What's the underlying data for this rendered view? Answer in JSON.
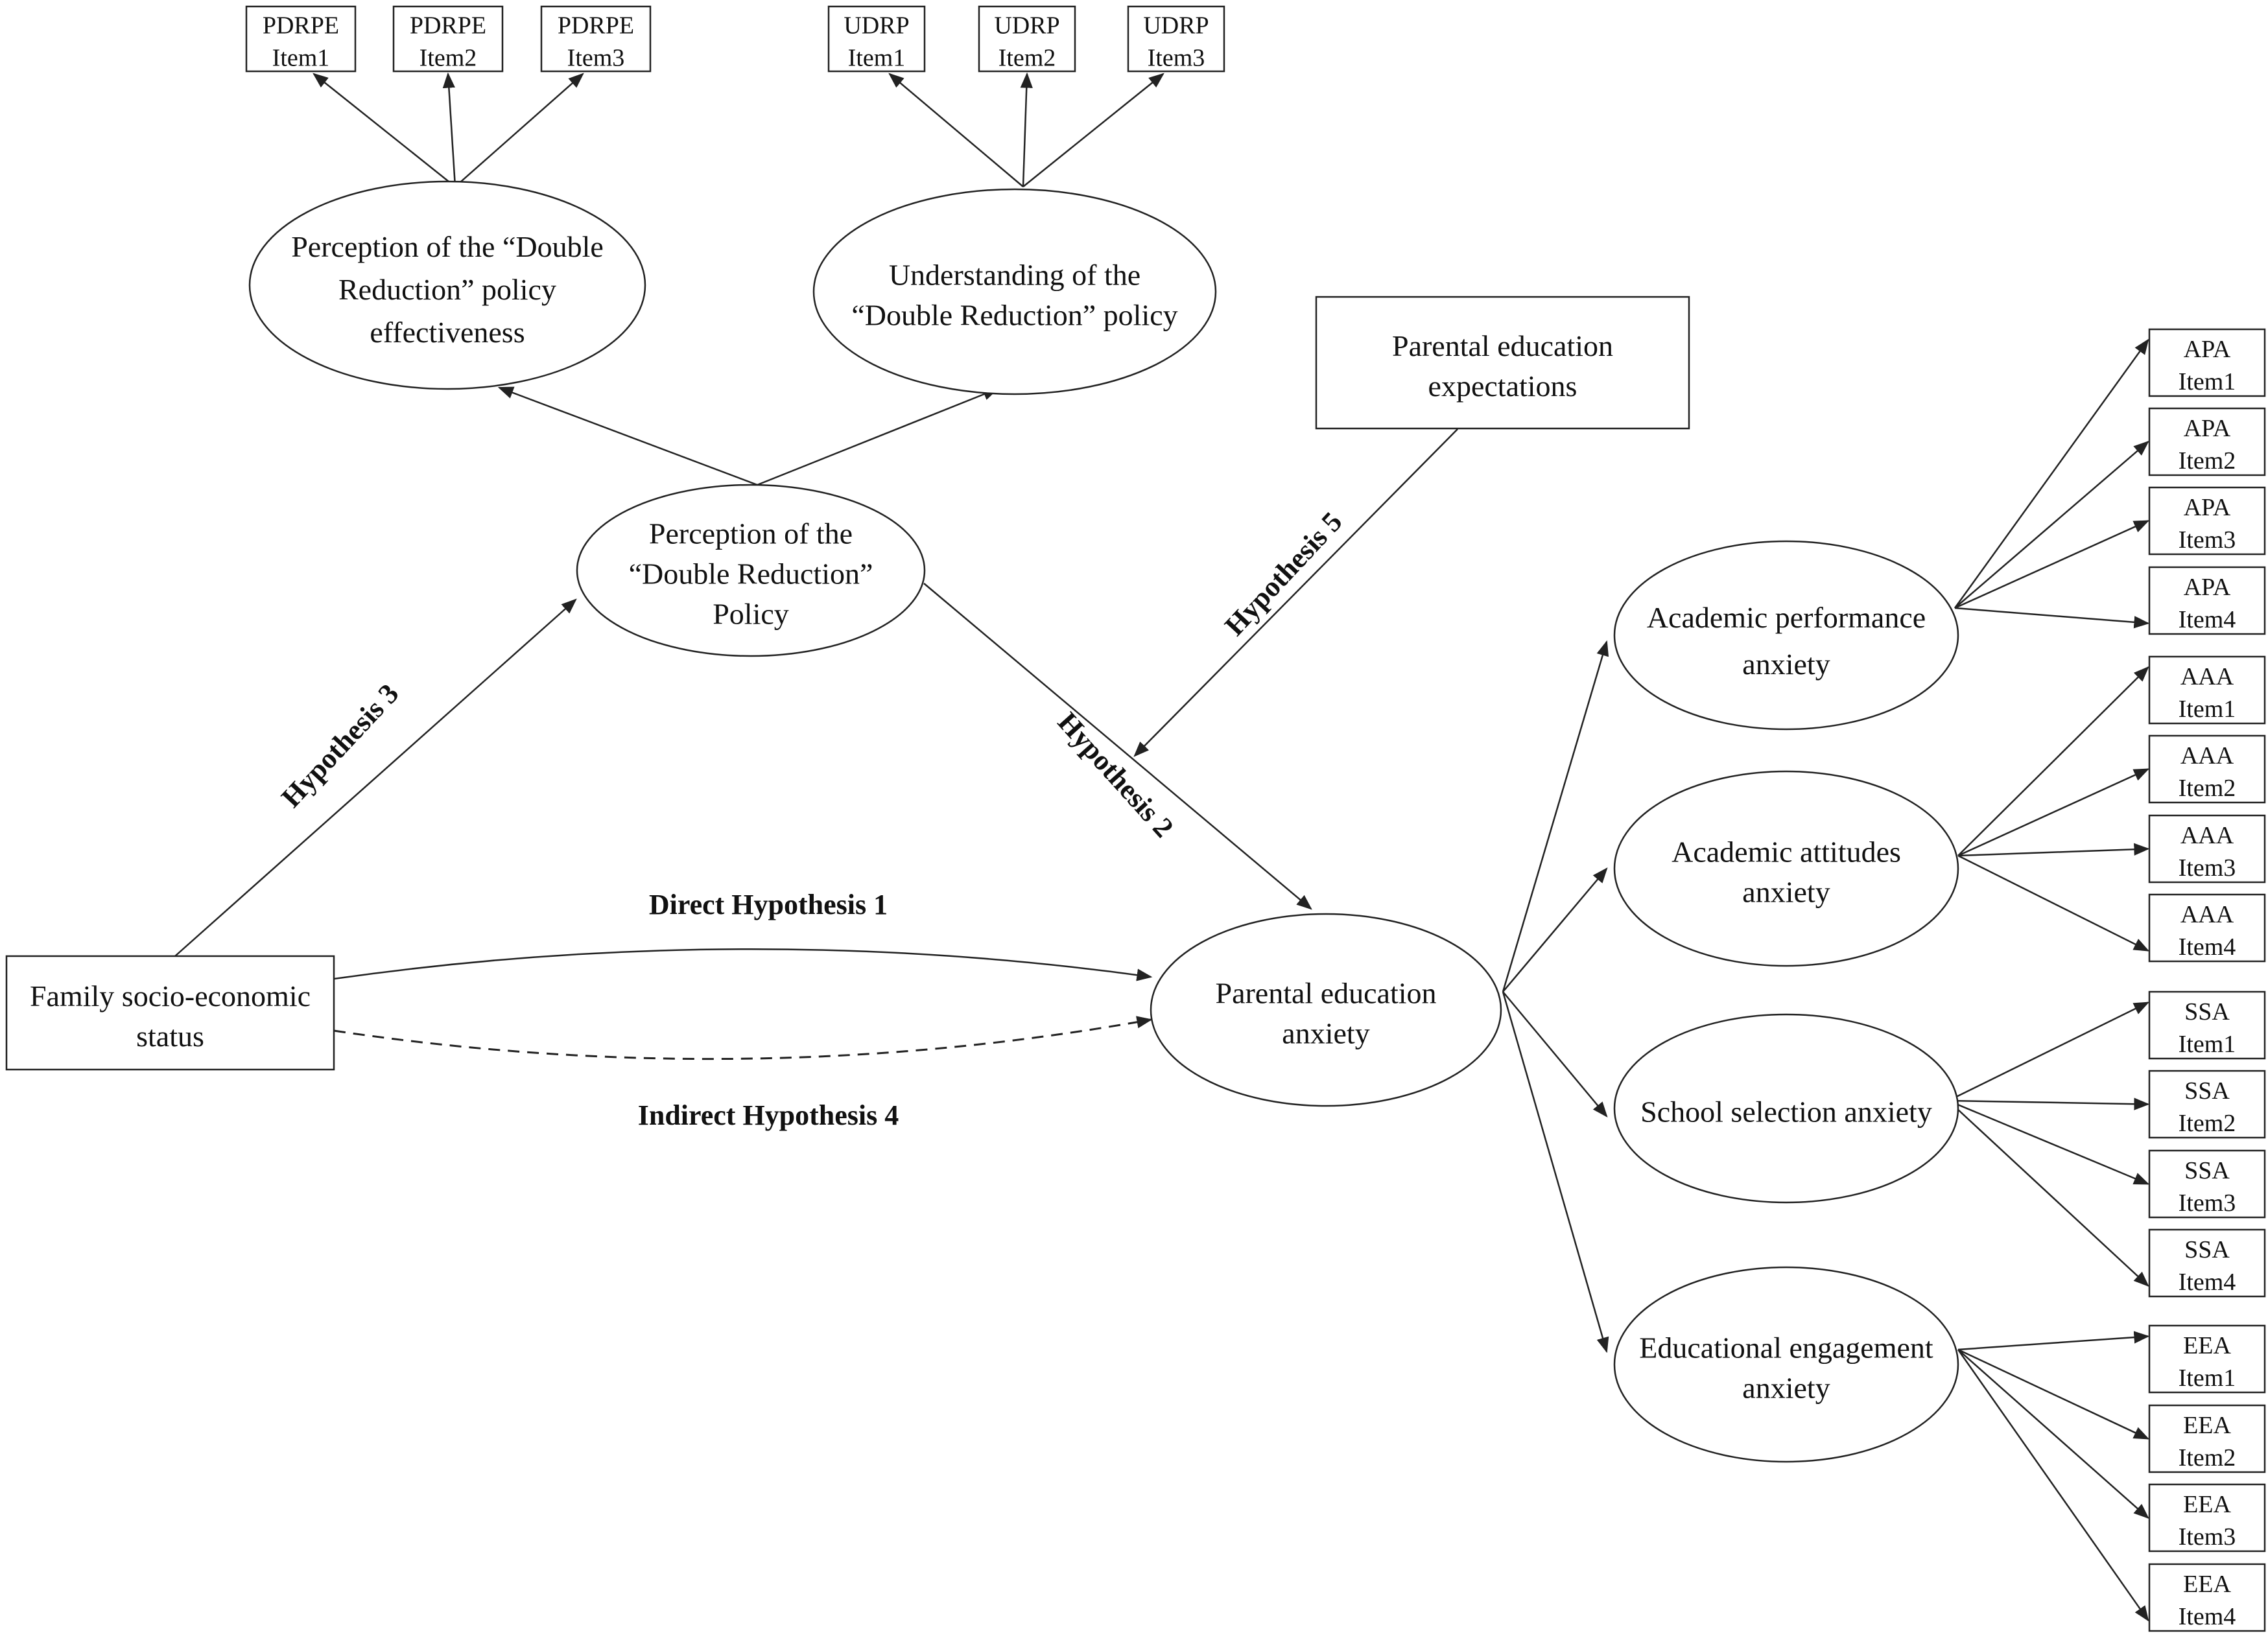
{
  "nodes": {
    "ses": [
      "Family socio-economic",
      "status"
    ],
    "pdrp": [
      "Perception of the",
      "“Double Reduction”",
      "Policy"
    ],
    "pdrpe": [
      "Perception of the “Double",
      "Reduction” policy",
      "effectiveness"
    ],
    "udrp": [
      "Understanding of the",
      "“Double Reduction” policy"
    ],
    "pee": [
      "Parental education",
      "expectations"
    ],
    "pea": [
      "Parental education",
      "anxiety"
    ],
    "apa": [
      "Academic performance",
      "anxiety"
    ],
    "aaa": [
      "Academic attitudes",
      "anxiety"
    ],
    "ssa": [
      "School selection anxiety"
    ],
    "eea": [
      "Educational engagement",
      "anxiety"
    ]
  },
  "indicators": {
    "pdrpe": [
      [
        "PDRPE",
        "Item1"
      ],
      [
        "PDRPE",
        "Item2"
      ],
      [
        "PDRPE",
        "Item3"
      ]
    ],
    "udrp": [
      [
        "UDRP",
        "Item1"
      ],
      [
        "UDRP",
        "Item2"
      ],
      [
        "UDRP",
        "Item3"
      ]
    ],
    "apa": [
      [
        "APA",
        "Item1"
      ],
      [
        "APA",
        "Item2"
      ],
      [
        "APA",
        "Item3"
      ],
      [
        "APA",
        "Item4"
      ]
    ],
    "aaa": [
      [
        "AAA",
        "Item1"
      ],
      [
        "AAA",
        "Item2"
      ],
      [
        "AAA",
        "Item3"
      ],
      [
        "AAA",
        "Item4"
      ]
    ],
    "ssa": [
      [
        "SSA",
        "Item1"
      ],
      [
        "SSA",
        "Item2"
      ],
      [
        "SSA",
        "Item3"
      ],
      [
        "SSA",
        "Item4"
      ]
    ],
    "eea": [
      [
        "EEA",
        "Item1"
      ],
      [
        "EEA",
        "Item2"
      ],
      [
        "EEA",
        "Item3"
      ],
      [
        "EEA",
        "Item4"
      ]
    ]
  },
  "hypotheses": {
    "h1": "Direct Hypothesis 1",
    "h2": "Hypothesis 2",
    "h3": "Hypothesis 3",
    "h4": "Indirect Hypothesis 4",
    "h5": "Hypothesis 5"
  }
}
